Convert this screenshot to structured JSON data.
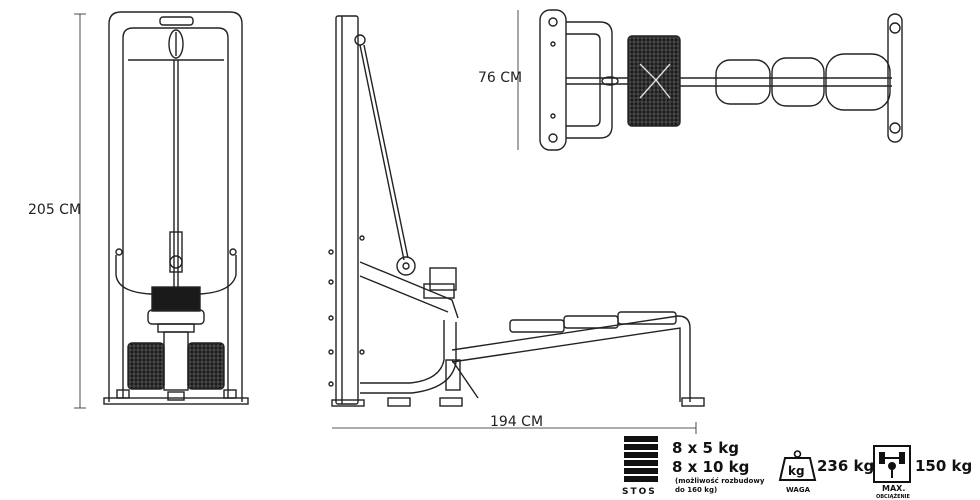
{
  "dimensions": {
    "height": "205 CM",
    "length": "194 CM",
    "width": "76 CM"
  },
  "specs": {
    "stack_label": "STOS",
    "stack_line1": "8 x 5 kg",
    "stack_line2": "8 x 10 kg",
    "stack_note1": "(możliwość rozbudowy",
    "stack_note2": "do 160 kg)",
    "weight_icon_text": "kg",
    "weight_value": "236 kg",
    "weight_label": "WAGA",
    "max_value": "150 kg",
    "max_label1": "MAX.",
    "max_label2": "OBCIĄŻENIE"
  }
}
